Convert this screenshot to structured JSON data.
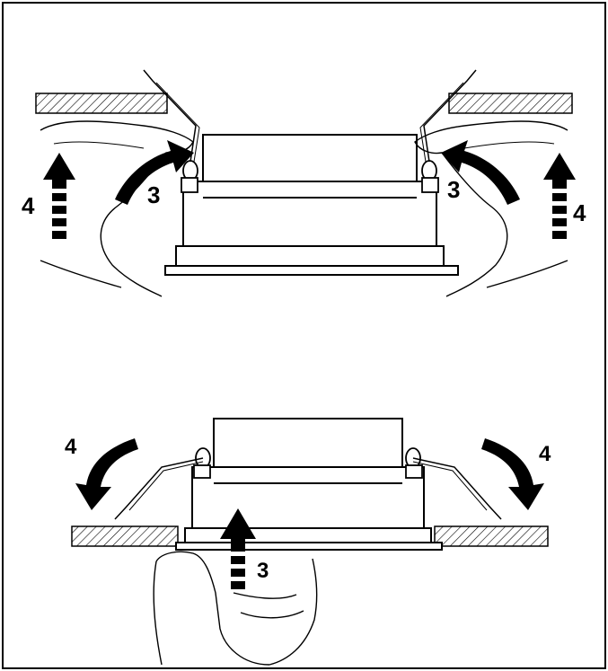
{
  "figure": {
    "top": {
      "labels": {
        "left_rotate": "3",
        "right_rotate": "3",
        "left_push": "4",
        "right_push": "4"
      }
    },
    "bottom": {
      "labels": {
        "left_fold": "4",
        "right_fold": "4",
        "center_push": "3"
      }
    }
  },
  "colors": {
    "ink": "#000000",
    "paper": "#ffffff"
  }
}
